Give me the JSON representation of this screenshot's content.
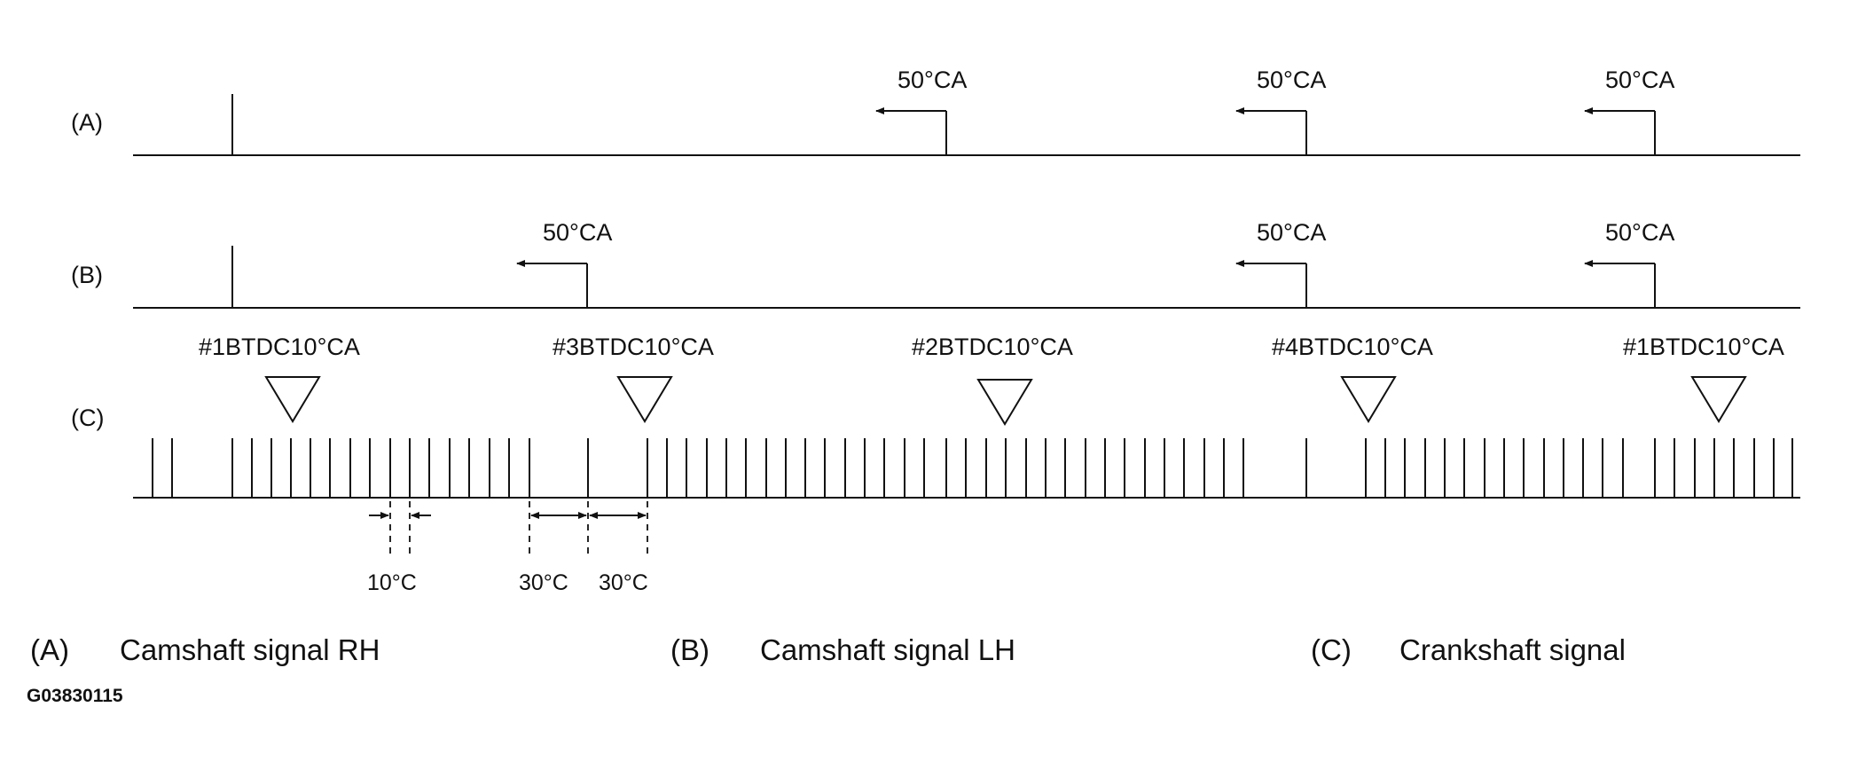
{
  "signals": [
    {
      "id": "A",
      "row_label": "(A)"
    },
    {
      "id": "B",
      "row_label": "(B)"
    },
    {
      "id": "C",
      "row_label": "(C)"
    }
  ],
  "cam_rh_markers": [
    "50°CA",
    "50°CA",
    "50°CA"
  ],
  "cam_lh_markers": [
    "50°CA",
    "50°CA",
    "50°CA"
  ],
  "crank_markers": [
    "#1BTDC10°CA",
    "#3BTDC10°CA",
    "#2BTDC10°CA",
    "#4BTDC10°CA",
    "#1BTDC10°CA"
  ],
  "intervals": [
    "10°C",
    "30°C",
    "30°C"
  ],
  "legend": [
    {
      "key": "(A)",
      "text": "Camshaft signal RH"
    },
    {
      "key": "(B)",
      "text": "Camshaft signal LH"
    },
    {
      "key": "(C)",
      "text": "Crankshaft signal"
    }
  ],
  "figure_code": "G03830115"
}
